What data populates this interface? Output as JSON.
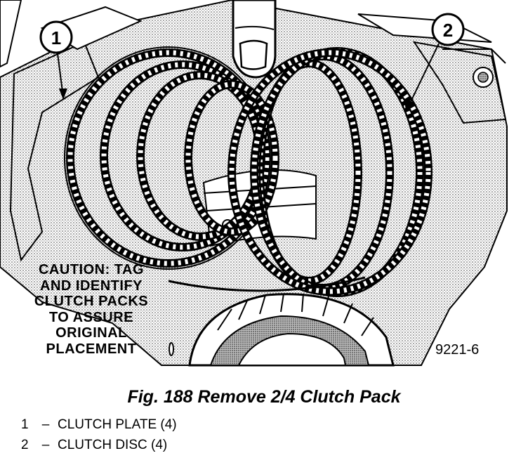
{
  "figure": {
    "callouts": [
      "1",
      "2"
    ],
    "caution_lines": [
      "CAUTION: TAG",
      "AND IDENTIFY",
      "CLUTCH PACKS",
      "TO ASSURE",
      "ORIGINAL",
      "PLACEMENT"
    ],
    "figure_number": "9221-6",
    "caption": "Fig. 188 Remove 2/4 Clutch Pack"
  },
  "legend": [
    {
      "num": "1",
      "dash": "–",
      "label": "CLUTCH PLATE (4)"
    },
    {
      "num": "2",
      "dash": "–",
      "label": "CLUTCH DISC (4)"
    }
  ]
}
